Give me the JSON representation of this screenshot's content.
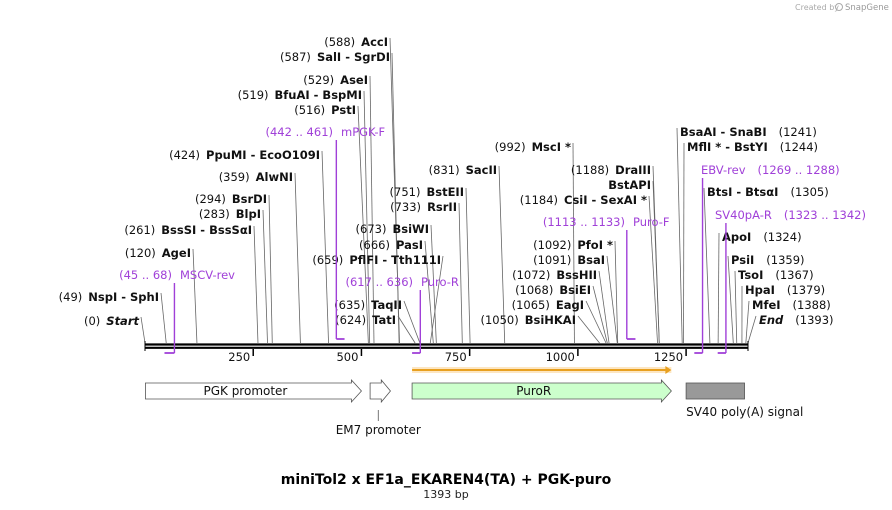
{
  "credit": {
    "prefix": "Created by",
    "brand": "SnapGene"
  },
  "title": "miniTol2 x EF1a_EKAREN4(TA) + PGK-puro",
  "length_label": "1393 bp",
  "sequence_length": 1393,
  "ticks": [
    {
      "value": 250,
      "label": "250"
    },
    {
      "value": 500,
      "label": "500"
    },
    {
      "value": 750,
      "label": "750"
    },
    {
      "value": 1000,
      "label": "1000"
    },
    {
      "value": 1250,
      "label": "1250"
    }
  ],
  "sites": [
    {
      "pos": 0,
      "num": "(0)",
      "name": "Start",
      "italic": true
    },
    {
      "pos": 49,
      "num": "(49)",
      "name": "NspI  -  SphI"
    },
    {
      "pos": 120,
      "num": "(120)",
      "name": "AgeI"
    },
    {
      "pos": 261,
      "num": "(261)",
      "name": "BssSI  -  BssSαI"
    },
    {
      "pos": 283,
      "num": "(283)",
      "name": "BlpI"
    },
    {
      "pos": 294,
      "num": "(294)",
      "name": "BsrDI"
    },
    {
      "pos": 359,
      "num": "(359)",
      "name": "AlwNI"
    },
    {
      "pos": 424,
      "num": "(424)",
      "name": "PpuMI  -  EcoO109I"
    },
    {
      "pos": 516,
      "num": "(516)",
      "name": "PstI"
    },
    {
      "pos": 519,
      "num": "(519)",
      "name": "BfuAI  -  BspMI"
    },
    {
      "pos": 529,
      "num": "(529)",
      "name": "AseI"
    },
    {
      "pos": 587,
      "num": "(587)",
      "name": "SalI  -  SgrDI"
    },
    {
      "pos": 588,
      "num": "(588)",
      "name": "AccI"
    },
    {
      "pos": 624,
      "num": "(624)",
      "name": "TatI"
    },
    {
      "pos": 635,
      "num": "(635)",
      "name": "TaqII"
    },
    {
      "pos": 659,
      "num": "(659)",
      "name": "PflFI  -  Tth111I"
    },
    {
      "pos": 666,
      "num": "(666)",
      "name": "PasI"
    },
    {
      "pos": 673,
      "num": "(673)",
      "name": "BsiWI"
    },
    {
      "pos": 733,
      "num": "(733)",
      "name": "RsrII"
    },
    {
      "pos": 751,
      "num": "(751)",
      "name": "BstEII"
    },
    {
      "pos": 831,
      "num": "(831)",
      "name": "SacII"
    },
    {
      "pos": 992,
      "num": "(992)",
      "name": "MscI *"
    },
    {
      "pos": 1050,
      "num": "(1050)",
      "name": "BsiHKAI"
    },
    {
      "pos": 1065,
      "num": "(1065)",
      "name": "EagI"
    },
    {
      "pos": 1068,
      "num": "(1068)",
      "name": "BsiEI"
    },
    {
      "pos": 1072,
      "num": "(1072)",
      "name": "BssHII"
    },
    {
      "pos": 1091,
      "num": "(1091)",
      "name": "BsaI"
    },
    {
      "pos": 1092,
      "num": "(1092)",
      "name": "PfoI *"
    },
    {
      "pos": 1184,
      "num": "(1184)",
      "name": "CsiI  -  SexAI *"
    },
    {
      "pos": 1188,
      "num": "(1188)",
      "name": "DraIII"
    },
    {
      "pos": 1188,
      "num": "",
      "name": "BstAPI"
    },
    {
      "pos": 1241,
      "num": "(1241)",
      "name": "BsaAI  -  SnaBI",
      "num_after": true
    },
    {
      "pos": 1244,
      "num": "(1244)",
      "name": "MflI *  -  BstYI",
      "num_after": true
    },
    {
      "pos": 1305,
      "num": "(1305)",
      "name": "BtsI  -  BtsαI",
      "num_after": true
    },
    {
      "pos": 1324,
      "num": "(1324)",
      "name": "ApoI",
      "num_after": true
    },
    {
      "pos": 1359,
      "num": "(1359)",
      "name": "PsiI",
      "num_after": true
    },
    {
      "pos": 1367,
      "num": "(1367)",
      "name": "TsoI",
      "num_after": true
    },
    {
      "pos": 1379,
      "num": "(1379)",
      "name": "HpaI",
      "num_after": true
    },
    {
      "pos": 1388,
      "num": "(1388)",
      "name": "MfeI",
      "num_after": true
    },
    {
      "pos": 1393,
      "num": "(1393)",
      "name": "End",
      "italic": true,
      "num_after": true
    }
  ],
  "primers": [
    {
      "range": "(45 .. 68)",
      "name": "MSCV-rev",
      "start": 45,
      "end": 68,
      "direction": "reverse"
    },
    {
      "range": "(442 .. 461)",
      "name": "mPGK-F",
      "start": 442,
      "end": 461,
      "direction": "forward"
    },
    {
      "range": "(617 .. 636)",
      "name": "Puro-R",
      "start": 617,
      "end": 636,
      "direction": "reverse"
    },
    {
      "range": "(1113 .. 1133)",
      "name": "Puro-F",
      "start": 1113,
      "end": 1133,
      "direction": "forward"
    },
    {
      "range": "(1269 .. 1288)",
      "name": "EBV-rev",
      "start": 1269,
      "end": 1288,
      "direction": "reverse",
      "range_after": true
    },
    {
      "range": "(1323 .. 1342)",
      "name": "SV40pA-R",
      "start": 1323,
      "end": 1342,
      "direction": "reverse",
      "range_after": true
    }
  ],
  "features": [
    {
      "name": "PGK promoter",
      "start": 1,
      "end": 500,
      "type": "promoter",
      "color": "#ffffff",
      "direction": "forward"
    },
    {
      "name": "EM7 promoter",
      "start": 520,
      "end": 567,
      "type": "promoter",
      "color": "#ffffff",
      "direction": "forward"
    },
    {
      "name": "PuroR",
      "start": 617,
      "end": 1216,
      "type": "cds",
      "color": "#ccffcc",
      "direction": "forward"
    },
    {
      "name": "SV40 poly(A) signal",
      "start": 1250,
      "end": 1385,
      "type": "terminator",
      "color": "#999999",
      "direction": "none"
    }
  ],
  "orf": {
    "start": 617,
    "end": 1216,
    "color": "#e8a020"
  },
  "colors": {
    "primer": "#a040d8",
    "backbone": "#000000"
  }
}
